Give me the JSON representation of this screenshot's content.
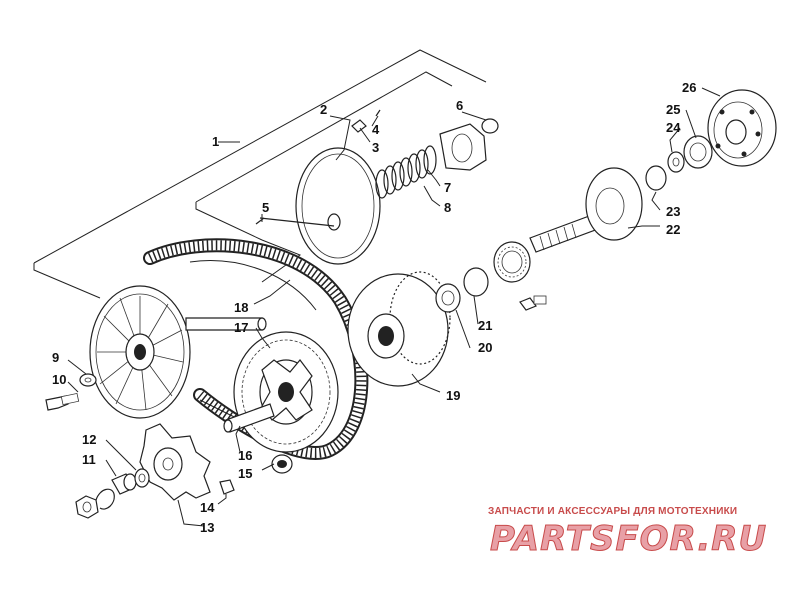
{
  "diagram": {
    "labels": [
      {
        "id": "p1",
        "text": "1"
      },
      {
        "id": "p2",
        "text": "2"
      },
      {
        "id": "p3",
        "text": "3"
      },
      {
        "id": "p4",
        "text": "4"
      },
      {
        "id": "p5",
        "text": "5"
      },
      {
        "id": "p6",
        "text": "6"
      },
      {
        "id": "p7",
        "text": "7"
      },
      {
        "id": "p8",
        "text": "8"
      },
      {
        "id": "p9",
        "text": "9"
      },
      {
        "id": "p10",
        "text": "10"
      },
      {
        "id": "p11",
        "text": "11"
      },
      {
        "id": "p12",
        "text": "12"
      },
      {
        "id": "p13",
        "text": "13"
      },
      {
        "id": "p14",
        "text": "14"
      },
      {
        "id": "p15",
        "text": "15"
      },
      {
        "id": "p16",
        "text": "16"
      },
      {
        "id": "p17",
        "text": "17"
      },
      {
        "id": "p18",
        "text": "18"
      },
      {
        "id": "p19",
        "text": "19"
      },
      {
        "id": "p20",
        "text": "20"
      },
      {
        "id": "p21",
        "text": "21"
      },
      {
        "id": "p22",
        "text": "22"
      },
      {
        "id": "p23",
        "text": "23"
      },
      {
        "id": "p24",
        "text": "24"
      },
      {
        "id": "p25",
        "text": "25"
      },
      {
        "id": "p26",
        "text": "26"
      }
    ]
  },
  "watermark": {
    "caption": "ЗАПЧАСТИ И АКСЕССУАРЫ ДЛЯ МОТОТЕХНИКИ",
    "logo_text": "PARTSFOR.RU",
    "caption_color": "#c84b4b",
    "logo_color": "#e8a0a6"
  }
}
